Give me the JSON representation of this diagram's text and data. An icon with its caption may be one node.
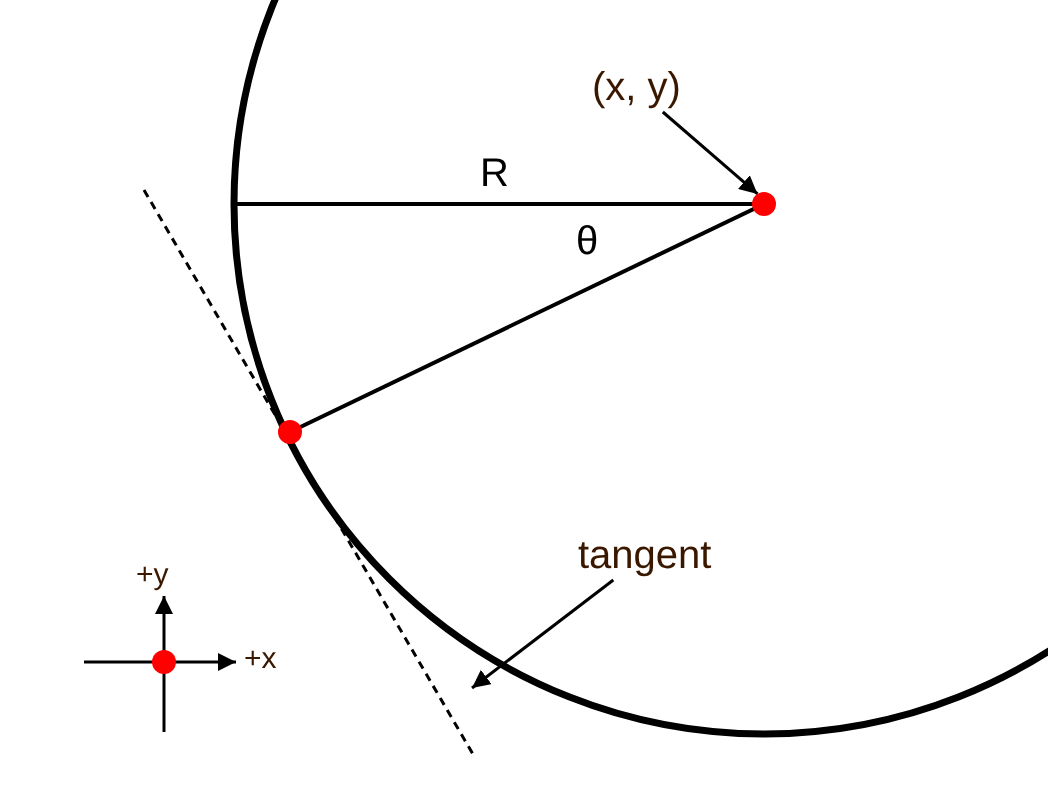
{
  "diagram": {
    "nodes": [
      {
        "text": [
          "(x, y)"
        ]
      },
      {
        "text": [],
        "shape": "circle"
      },
      {
        "text": [
          "tangent"
        ]
      }
    ],
    "edges": [
      {
        "from": 0,
        "to": 1,
        "arrow": "to"
      },
      {
        "from": 2,
        "to": null,
        "arrow": "to"
      }
    ],
    "labels": [
      "R",
      "θ",
      "+y",
      "+x"
    ]
  }
}
